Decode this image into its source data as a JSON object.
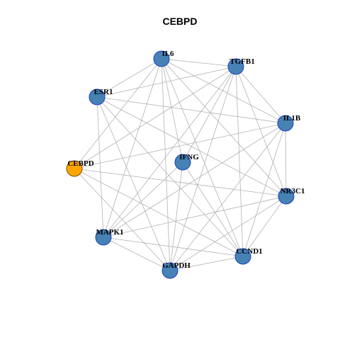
{
  "title": "CEBPD",
  "colors": {
    "node_fill": "#4682b4",
    "hub_fill": "#ffa500",
    "edge": "#b3b3b3"
  },
  "nodes": [
    {
      "id": "IL6",
      "label": "IL6"
    },
    {
      "id": "TGFB1",
      "label": "TGFB1"
    },
    {
      "id": "ESR1",
      "label": "ESR1"
    },
    {
      "id": "IL1B",
      "label": "IL1B"
    },
    {
      "id": "IFNG",
      "label": "IFNG"
    },
    {
      "id": "CEBPD",
      "label": "CEBPD",
      "hub": true
    },
    {
      "id": "NR3C1",
      "label": "NR3C1"
    },
    {
      "id": "MAPK1",
      "label": "MAPK1"
    },
    {
      "id": "CCND1",
      "label": "CCND1"
    },
    {
      "id": "GAPDH",
      "label": "GAPDH"
    }
  ],
  "edges": [
    [
      "IL6",
      "TGFB1"
    ],
    [
      "IL6",
      "ESR1"
    ],
    [
      "IL6",
      "IL1B"
    ],
    [
      "IL6",
      "NR3C1"
    ],
    [
      "IL6",
      "CCND1"
    ],
    [
      "IL6",
      "GAPDH"
    ],
    [
      "IL6",
      "MAPK1"
    ],
    [
      "IL6",
      "CEBPD"
    ],
    [
      "IL6",
      "IFNG"
    ],
    [
      "TGFB1",
      "ESR1"
    ],
    [
      "TGFB1",
      "IL1B"
    ],
    [
      "TGFB1",
      "NR3C1"
    ],
    [
      "TGFB1",
      "CCND1"
    ],
    [
      "TGFB1",
      "GAPDH"
    ],
    [
      "TGFB1",
      "MAPK1"
    ],
    [
      "TGFB1",
      "CEBPD"
    ],
    [
      "TGFB1",
      "IFNG"
    ],
    [
      "ESR1",
      "IL1B"
    ],
    [
      "ESR1",
      "NR3C1"
    ],
    [
      "ESR1",
      "CCND1"
    ],
    [
      "ESR1",
      "GAPDH"
    ],
    [
      "ESR1",
      "MAPK1"
    ],
    [
      "IL1B",
      "NR3C1"
    ],
    [
      "IL1B",
      "CCND1"
    ],
    [
      "IL1B",
      "GAPDH"
    ],
    [
      "IL1B",
      "MAPK1"
    ],
    [
      "IL1B",
      "CEBPD"
    ],
    [
      "NR3C1",
      "CCND1"
    ],
    [
      "NR3C1",
      "GAPDH"
    ],
    [
      "NR3C1",
      "MAPK1"
    ],
    [
      "NR3C1",
      "CEBPD"
    ],
    [
      "CCND1",
      "GAPDH"
    ],
    [
      "CCND1",
      "MAPK1"
    ],
    [
      "CCND1",
      "CEBPD"
    ],
    [
      "GAPDH",
      "MAPK1"
    ],
    [
      "GAPDH",
      "CEBPD"
    ],
    [
      "GAPDH",
      "IFNG"
    ],
    [
      "MAPK1",
      "IFNG"
    ],
    [
      "CCND1",
      "IFNG"
    ]
  ]
}
